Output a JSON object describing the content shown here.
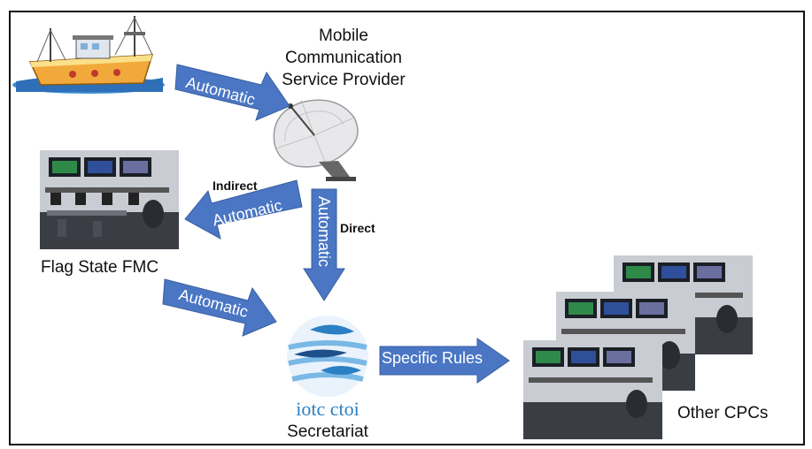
{
  "labels": {
    "provider": "Mobile Communication Service Provider",
    "flag_state": "Flag State FMC",
    "indirect": "Indirect",
    "direct": "Direct",
    "secretariat": "Secretariat",
    "other_cpcs": "Other CPCs",
    "logo_text": "iotc ctoi"
  },
  "arrows": {
    "boat_to_provider": "Automatic",
    "provider_to_flag": "Automatic",
    "provider_to_secretariat": "Automatic",
    "flag_to_secretariat": "Automatic",
    "secretariat_to_cpcs": "Specific Rules"
  },
  "colors": {
    "arrow_fill": "#4a76c4",
    "arrow_stroke": "#3a5f9f",
    "logo_blue": "#2b7fc2",
    "boat_hull": "#f2a93b",
    "sea": "#3d8fd6"
  },
  "icons": [
    "fishing-boat-icon",
    "satellite-dish-icon",
    "control-room-image",
    "iotc-fish-logo"
  ]
}
